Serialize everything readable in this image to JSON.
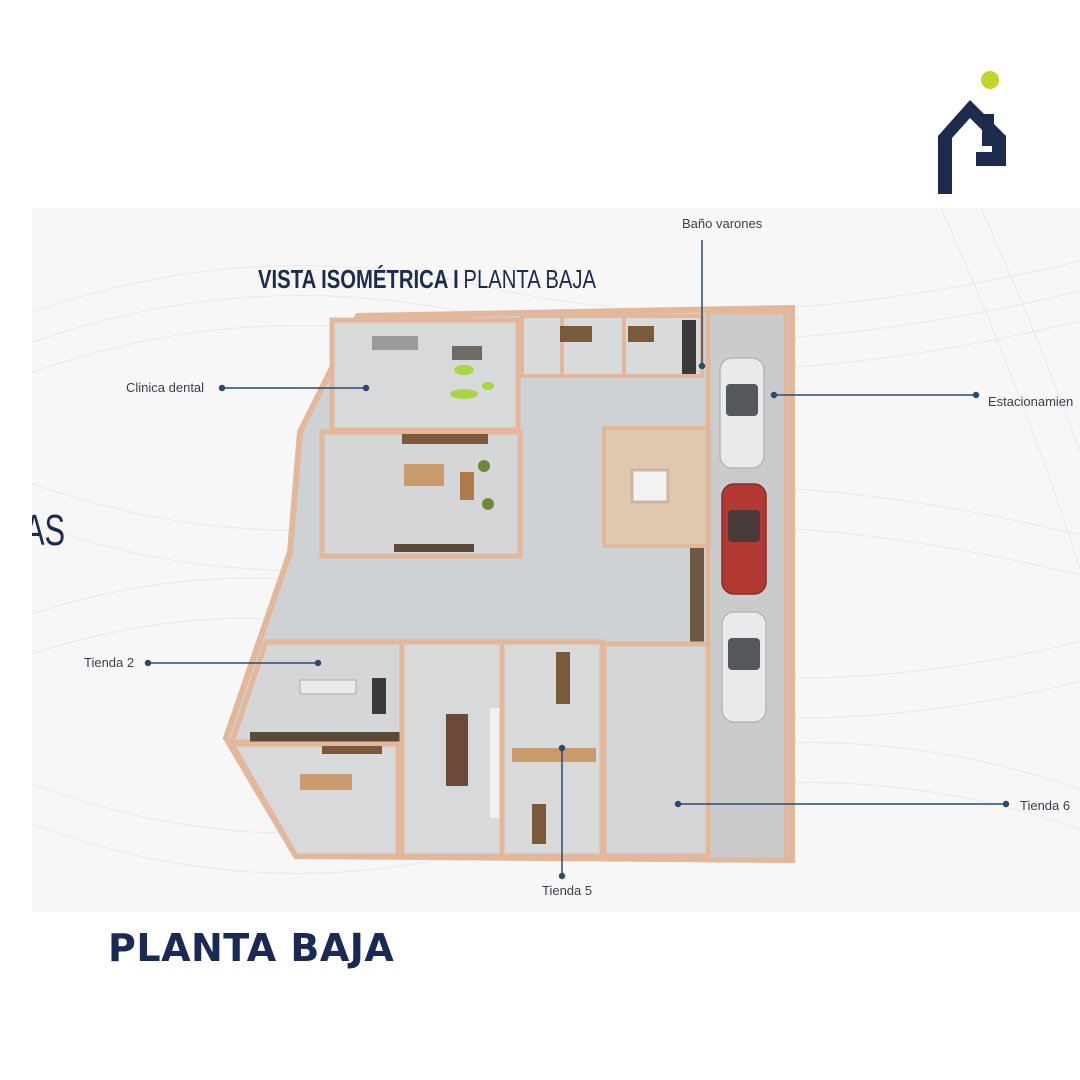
{
  "heading": {
    "bold": "VISTA ISOMÉTRICA",
    "separator": "I",
    "light": "PLANTA BAJA"
  },
  "side_fragment": "AS",
  "labels": {
    "bano_varones": "Baño varones",
    "clinica_dental": "Clinica dental",
    "estacionamiento": "Estacionamien",
    "tienda_2": "Tienda 2",
    "tienda_5": "Tienda 5",
    "tienda_6": "Tienda 6"
  },
  "footer_title": "PLANTA BAJA",
  "colors": {
    "navy": "#1d2b4f",
    "logo_accent": "#c3d52a",
    "wall": "#e2b79a",
    "floor": "#cfd2d4",
    "leader_line": "#2c4a6b",
    "car_white": "#e9eaec",
    "car_red": "#b23a33"
  },
  "icons": [
    "house-logo-icon",
    "car-icon"
  ]
}
